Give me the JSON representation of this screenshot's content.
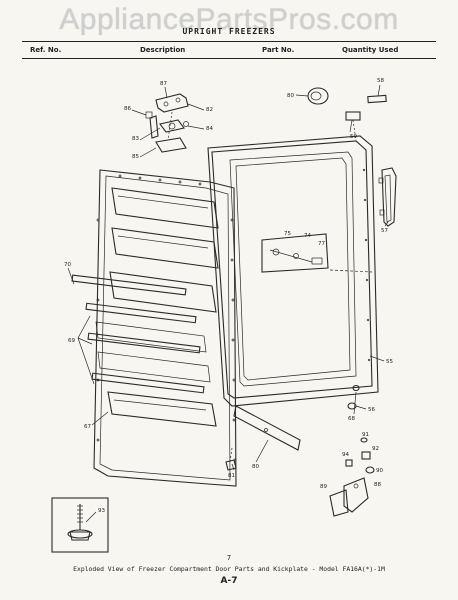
{
  "watermark": "AppliancePartsPros.com",
  "section_title": "UPRIGHT FREEZERS",
  "table_header": {
    "ref_no": "Ref. No.",
    "description": "Description",
    "part_no": "Part No.",
    "quantity": "Quantity Used"
  },
  "callouts": [
    "87",
    "86",
    "85",
    "84",
    "83",
    "82",
    "80",
    "58",
    "59",
    "57",
    "75",
    "74",
    "77",
    "70",
    "69",
    "55",
    "56",
    "67",
    "68",
    "81",
    "80",
    "91",
    "92",
    "94",
    "90",
    "93",
    "89",
    "88"
  ],
  "caption_number": "7",
  "caption": "Exploded View of Freezer Compartment Door Parts and Kickplate - Model FA16A(*)-1M",
  "page_number": "A-7"
}
